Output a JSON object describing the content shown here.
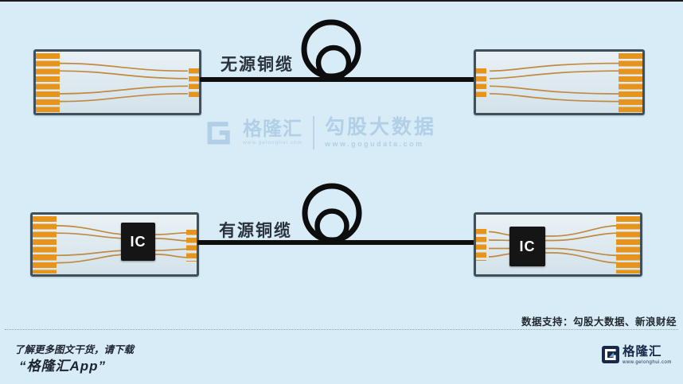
{
  "colors": {
    "background": "#d8ecf7",
    "cable_black": "#0e0e0e",
    "connector_border": "#3f505b",
    "connector_fill": "#dde9ef",
    "pin_orange": "#e6941c",
    "wire_orange": "#c08a42",
    "watermark_blue": "#aecde6",
    "text_dark": "#1b2430",
    "logo_navy": "#16294a"
  },
  "diagram_top": {
    "label": "无源铜缆"
  },
  "diagram_bottom": {
    "label": "有源铜缆",
    "ic_left_label": "IC",
    "ic_right_label": "IC"
  },
  "watermark": {
    "brand_name": "格隆汇",
    "brand_url": "www.gelonghui.com",
    "product_name": "勾股大数据",
    "product_url": "www.gogudata.com"
  },
  "data_support_note": "数据支持：勾股大数据、新浪财经",
  "footer": {
    "promo_line": "了解更多图文干货，请下载",
    "app_name": "“格隆汇App”",
    "logo_name": "格隆汇",
    "logo_url": "www.gelonghui.com"
  }
}
